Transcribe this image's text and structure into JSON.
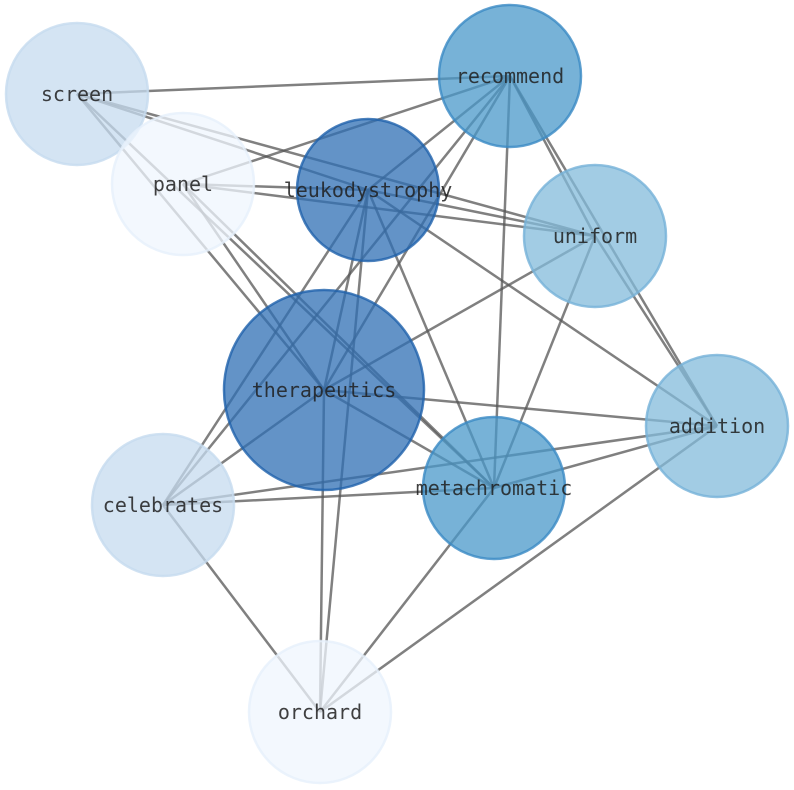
{
  "diagram": {
    "type": "network-graph",
    "nodes": [
      {
        "id": "screen",
        "label": "screen",
        "color": "#c6dbef",
        "weight": 1
      },
      {
        "id": "panel",
        "label": "panel",
        "color": "#eff6fd",
        "weight": 0
      },
      {
        "id": "recommend",
        "label": "recommend",
        "color": "#4a98c9",
        "weight": 3
      },
      {
        "id": "leukodystrophy",
        "label": "leukodystrophy",
        "color": "#2f6fb4",
        "weight": 4
      },
      {
        "id": "uniform",
        "label": "uniform",
        "color": "#83bbdb",
        "weight": 2
      },
      {
        "id": "therapeutics",
        "label": "therapeutics",
        "color": "#2f6fb4",
        "weight": 5
      },
      {
        "id": "addition",
        "label": "addition",
        "color": "#83bbdb",
        "weight": 2
      },
      {
        "id": "celebrates",
        "label": "celebrates",
        "color": "#c6dbef",
        "weight": 1
      },
      {
        "id": "metachromatic",
        "label": "metachromatic",
        "color": "#4a98c9",
        "weight": 3
      },
      {
        "id": "orchard",
        "label": "orchard",
        "color": "#eff6fd",
        "weight": 0
      }
    ],
    "edges": [
      [
        "screen",
        "recommend"
      ],
      [
        "screen",
        "leukodystrophy"
      ],
      [
        "screen",
        "uniform"
      ],
      [
        "screen",
        "therapeutics"
      ],
      [
        "screen",
        "metachromatic"
      ],
      [
        "panel",
        "recommend"
      ],
      [
        "panel",
        "leukodystrophy"
      ],
      [
        "panel",
        "uniform"
      ],
      [
        "panel",
        "therapeutics"
      ],
      [
        "panel",
        "metachromatic"
      ],
      [
        "recommend",
        "leukodystrophy"
      ],
      [
        "recommend",
        "therapeutics"
      ],
      [
        "recommend",
        "celebrates"
      ],
      [
        "recommend",
        "metachromatic"
      ],
      [
        "recommend",
        "uniform"
      ],
      [
        "recommend",
        "addition"
      ],
      [
        "leukodystrophy",
        "uniform"
      ],
      [
        "leukodystrophy",
        "addition"
      ],
      [
        "leukodystrophy",
        "therapeutics"
      ],
      [
        "leukodystrophy",
        "metachromatic"
      ],
      [
        "leukodystrophy",
        "celebrates"
      ],
      [
        "leukodystrophy",
        "orchard"
      ],
      [
        "uniform",
        "therapeutics"
      ],
      [
        "uniform",
        "metachromatic"
      ],
      [
        "uniform",
        "addition"
      ],
      [
        "therapeutics",
        "addition"
      ],
      [
        "therapeutics",
        "metachromatic"
      ],
      [
        "therapeutics",
        "celebrates"
      ],
      [
        "therapeutics",
        "orchard"
      ],
      [
        "addition",
        "celebrates"
      ],
      [
        "addition",
        "metachromatic"
      ],
      [
        "addition",
        "orchard"
      ],
      [
        "celebrates",
        "metachromatic"
      ],
      [
        "celebrates",
        "orchard"
      ],
      [
        "metachromatic",
        "orchard"
      ]
    ]
  }
}
